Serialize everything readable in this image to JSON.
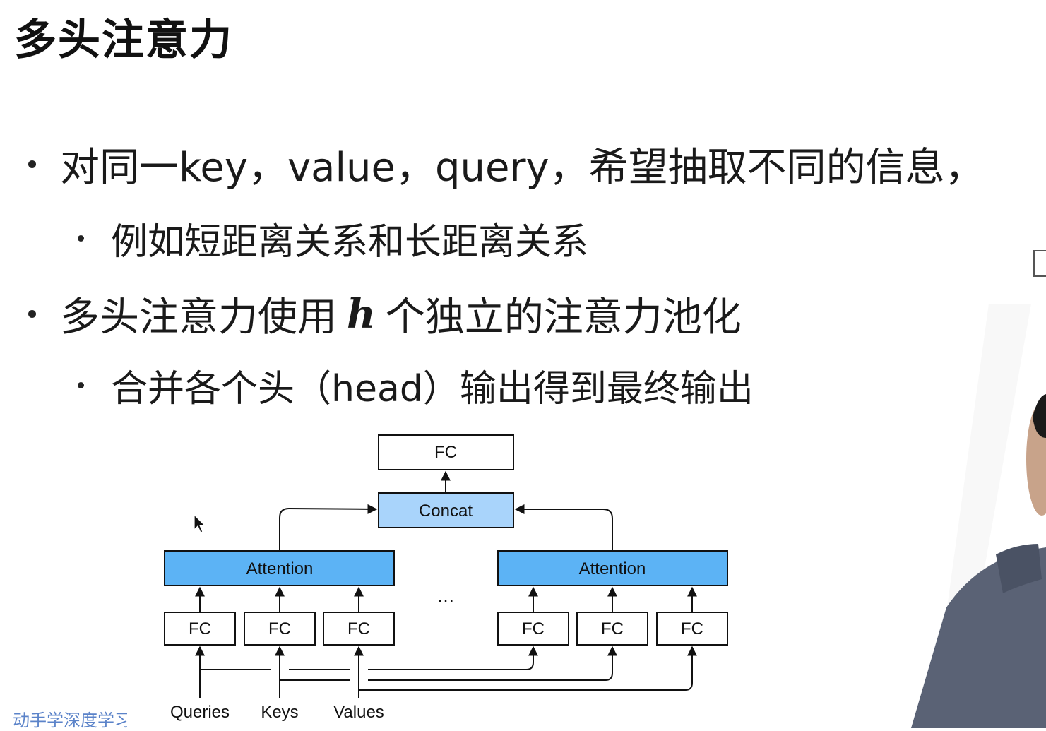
{
  "slide": {
    "title": "多头注意力",
    "bullets": [
      {
        "pre": "对同一key，value，query，希望抽取不同的信息，",
        "math": "",
        "post": ""
      },
      {
        "pre": "例如短距离关系和长距离关系",
        "math": "",
        "post": ""
      },
      {
        "pre": "多头注意力使用",
        "math": "h",
        "post": "个独立的注意力池化"
      },
      {
        "pre": "合并各个头（head）输出得到最终输出",
        "math": "",
        "post": ""
      }
    ]
  },
  "diagram": {
    "top_fc": "FC",
    "concat": "Concat",
    "attention_left": "Attention",
    "attention_right": "Attention",
    "ellipsis": "…",
    "fc_left": [
      "FC",
      "FC",
      "FC"
    ],
    "fc_right": [
      "FC",
      "FC",
      "FC"
    ],
    "inputs": [
      "Queries",
      "Keys",
      "Values"
    ],
    "colors": {
      "attention": "#5cb3f5",
      "concat": "#a9d4fb",
      "box_border": "#111111"
    }
  },
  "watermark": "动手学深度学习"
}
